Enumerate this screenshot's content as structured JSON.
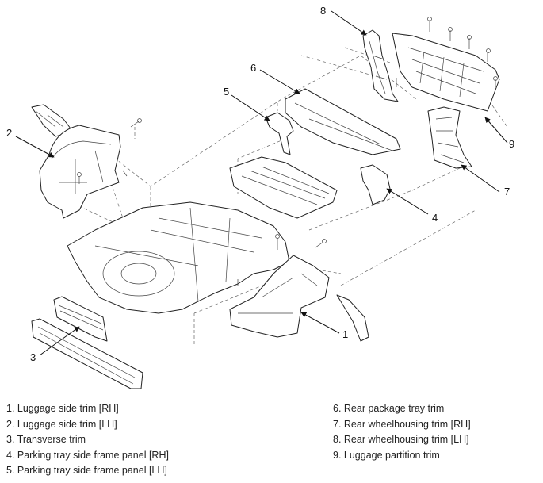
{
  "callouts": [
    "1",
    "2",
    "3",
    "4",
    "5",
    "6",
    "7",
    "8",
    "9"
  ],
  "legend_left": [
    "1. Luggage side trim [RH]",
    "2. Luggage side trim [LH]",
    "3. Transverse trim",
    "4. Parking tray side frame panel [RH]",
    "5. Parking tray side frame panel [LH]"
  ],
  "legend_right": [
    "6. Rear package tray trim",
    "7. Rear wheelhousing trim [RH]",
    "8. Rear wheelhousing trim [LH]",
    "9. Luggage partition trim"
  ]
}
